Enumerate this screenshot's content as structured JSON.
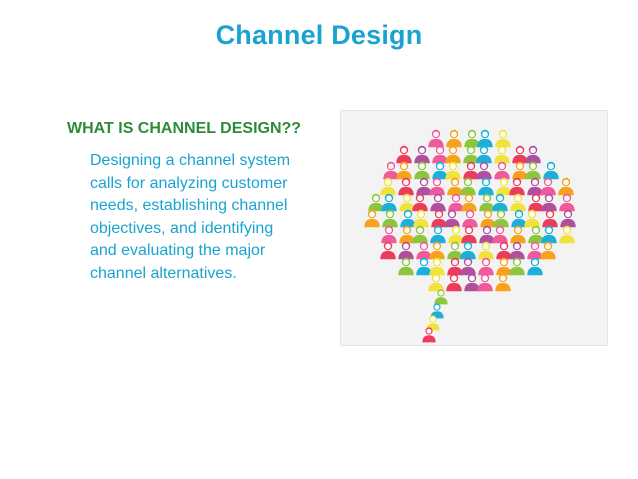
{
  "slide": {
    "title": "Channel Design",
    "heading": "WHAT IS CHANNEL DESIGN??",
    "body_lines": [
      "Designing a channel system",
      "calls for analyzing customer",
      "needs, establishing channel",
      "objectives, and identifying",
      "and evaluating the major",
      "channel alternatives."
    ]
  },
  "image": {
    "subject": "speech-bubble-of-people-icons",
    "palette": [
      "#f05a9b",
      "#f7a21b",
      "#8cc63f",
      "#1bb0d9",
      "#f1e33a",
      "#ec3b5b",
      "#b04fa0"
    ]
  }
}
